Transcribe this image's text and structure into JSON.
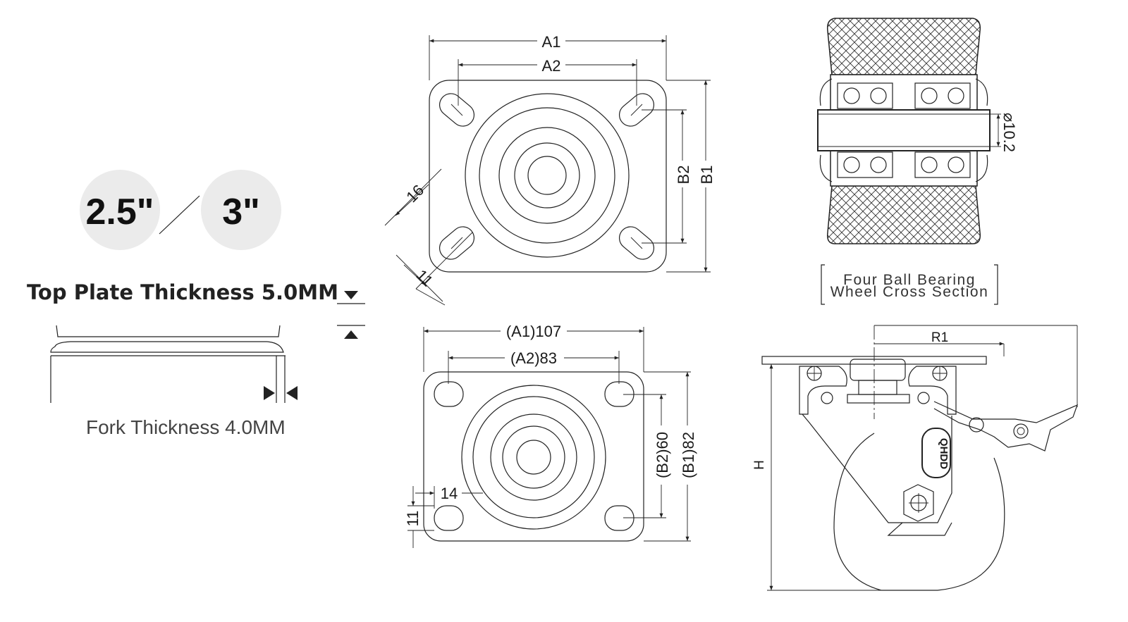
{
  "sizes": {
    "size_a": "2.5\"",
    "size_b": "3\""
  },
  "notes": {
    "top_plate": "Top Plate Thickness 5.0MM",
    "fork": "Fork Thickness 4.0MM"
  },
  "top_plate_view": {
    "labels": {
      "a1": "A1",
      "a2": "A2",
      "b1": "B1",
      "b2": "B2",
      "slot_len": "16",
      "slot_w": "11"
    }
  },
  "bottom_plate_view": {
    "labels": {
      "a1": "(A1)107",
      "a2": "(A2)83",
      "b1": "(B1)82",
      "b2": "(B2)60",
      "hole_x": "14",
      "hole_y": "11"
    }
  },
  "wheel_section": {
    "axle": "⌀10.2",
    "caption_line1": "Four Ball Bearing",
    "caption_line2": "Wheel Cross Section"
  },
  "side_view": {
    "r1": "R1",
    "h": "H",
    "logo": "QHDD"
  },
  "colors": {
    "badge_bg": "#ebebeb",
    "line": "#222222"
  }
}
